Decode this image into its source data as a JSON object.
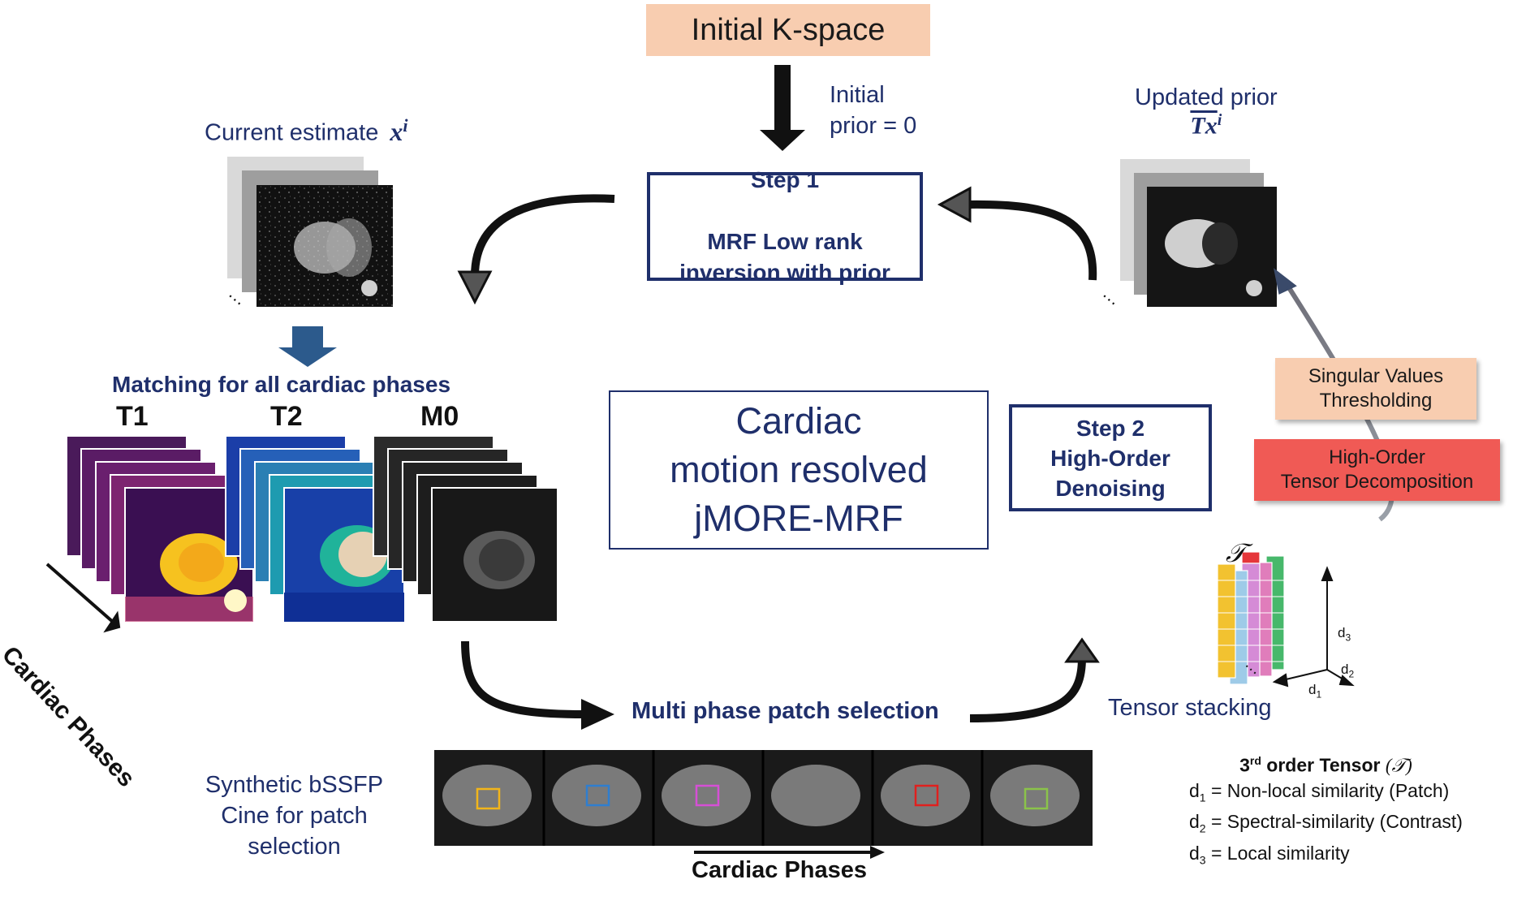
{
  "title_box": "Initial K-space",
  "initial_prior": "Initial\nprior = 0",
  "step1": {
    "heading": "Step 1",
    "body": "MRF Low rank\ninversion with prior"
  },
  "current_estimate": {
    "label": "Current  estimate",
    "symbol": "x",
    "sup": "i"
  },
  "updated_prior": {
    "label": "Updated  prior",
    "symbol": "Tx",
    "sup": "i"
  },
  "matching_label": "Matching  for all cardiac phases",
  "map_labels": [
    "T1",
    "T2",
    "M0"
  ],
  "cardiac_phases_diag": "Cardiac Phases",
  "center_title": "Cardiac\nmotion resolved\njMORE-MRF",
  "step2": "Step 2\nHigh-Order\nDenoising",
  "svt_box": "Singular Values\nThresholding",
  "htd_box": "High-Order\nTensor Decomposition",
  "tensor_symbol": "𝒯",
  "tensor_stacking": "Tensor  stacking",
  "axis_labels": {
    "d1": "d",
    "d1_sub": "1",
    "d2": "d",
    "d2_sub": "2",
    "d3": "d",
    "d3_sub": "3"
  },
  "patch_selection": "Multi phase patch selection",
  "synthetic_label": "Synthetic bSSFP\nCine for patch\nselection",
  "cardiac_phases_bottom": "Cardiac Phases",
  "tensor_legend": {
    "title_pre": "3",
    "title_sup": "rd",
    "title_post": " order Tensor",
    "title_sym": "(𝒯)",
    "d1": "= Non-local similarity (Patch)",
    "d2": "= Spectral-similarity (Contrast)",
    "d3": "= Local similarity"
  },
  "ellipsis": "…",
  "colors": {
    "navy": "#1f2f6b",
    "peach": "#f8cdb0",
    "red_box": "#f05a55",
    "arrow_blue": "#2c5a8c",
    "patch_colors": [
      "#f2b51a",
      "#2f7ecf",
      "#d64fd6",
      "#ffffff",
      "#e0201e",
      "#8bc34a"
    ]
  }
}
